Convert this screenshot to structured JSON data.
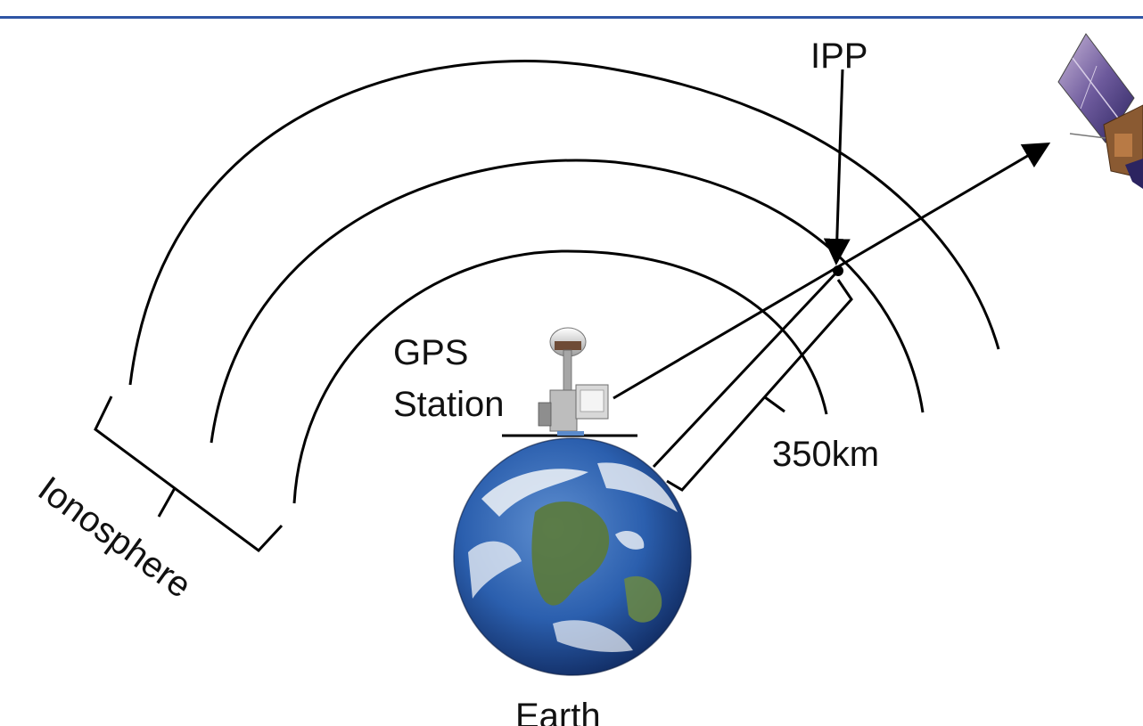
{
  "labels": {
    "ipp": "IPP",
    "gps_line1": "GPS",
    "gps_line2": "Station",
    "altitude": "350km",
    "ionosphere": "Ionosphere",
    "earth": "Earth"
  },
  "colors": {
    "top_rule": "#2f55a4",
    "line": "#000000",
    "ocean": "#1f4f9a",
    "land": "#5b7a3a",
    "cloud": "#f1f4f8"
  },
  "icons": {
    "satellite": "satellite-icon",
    "gps_receiver": "gps-receiver-icon",
    "earth": "earth-globe-icon"
  }
}
